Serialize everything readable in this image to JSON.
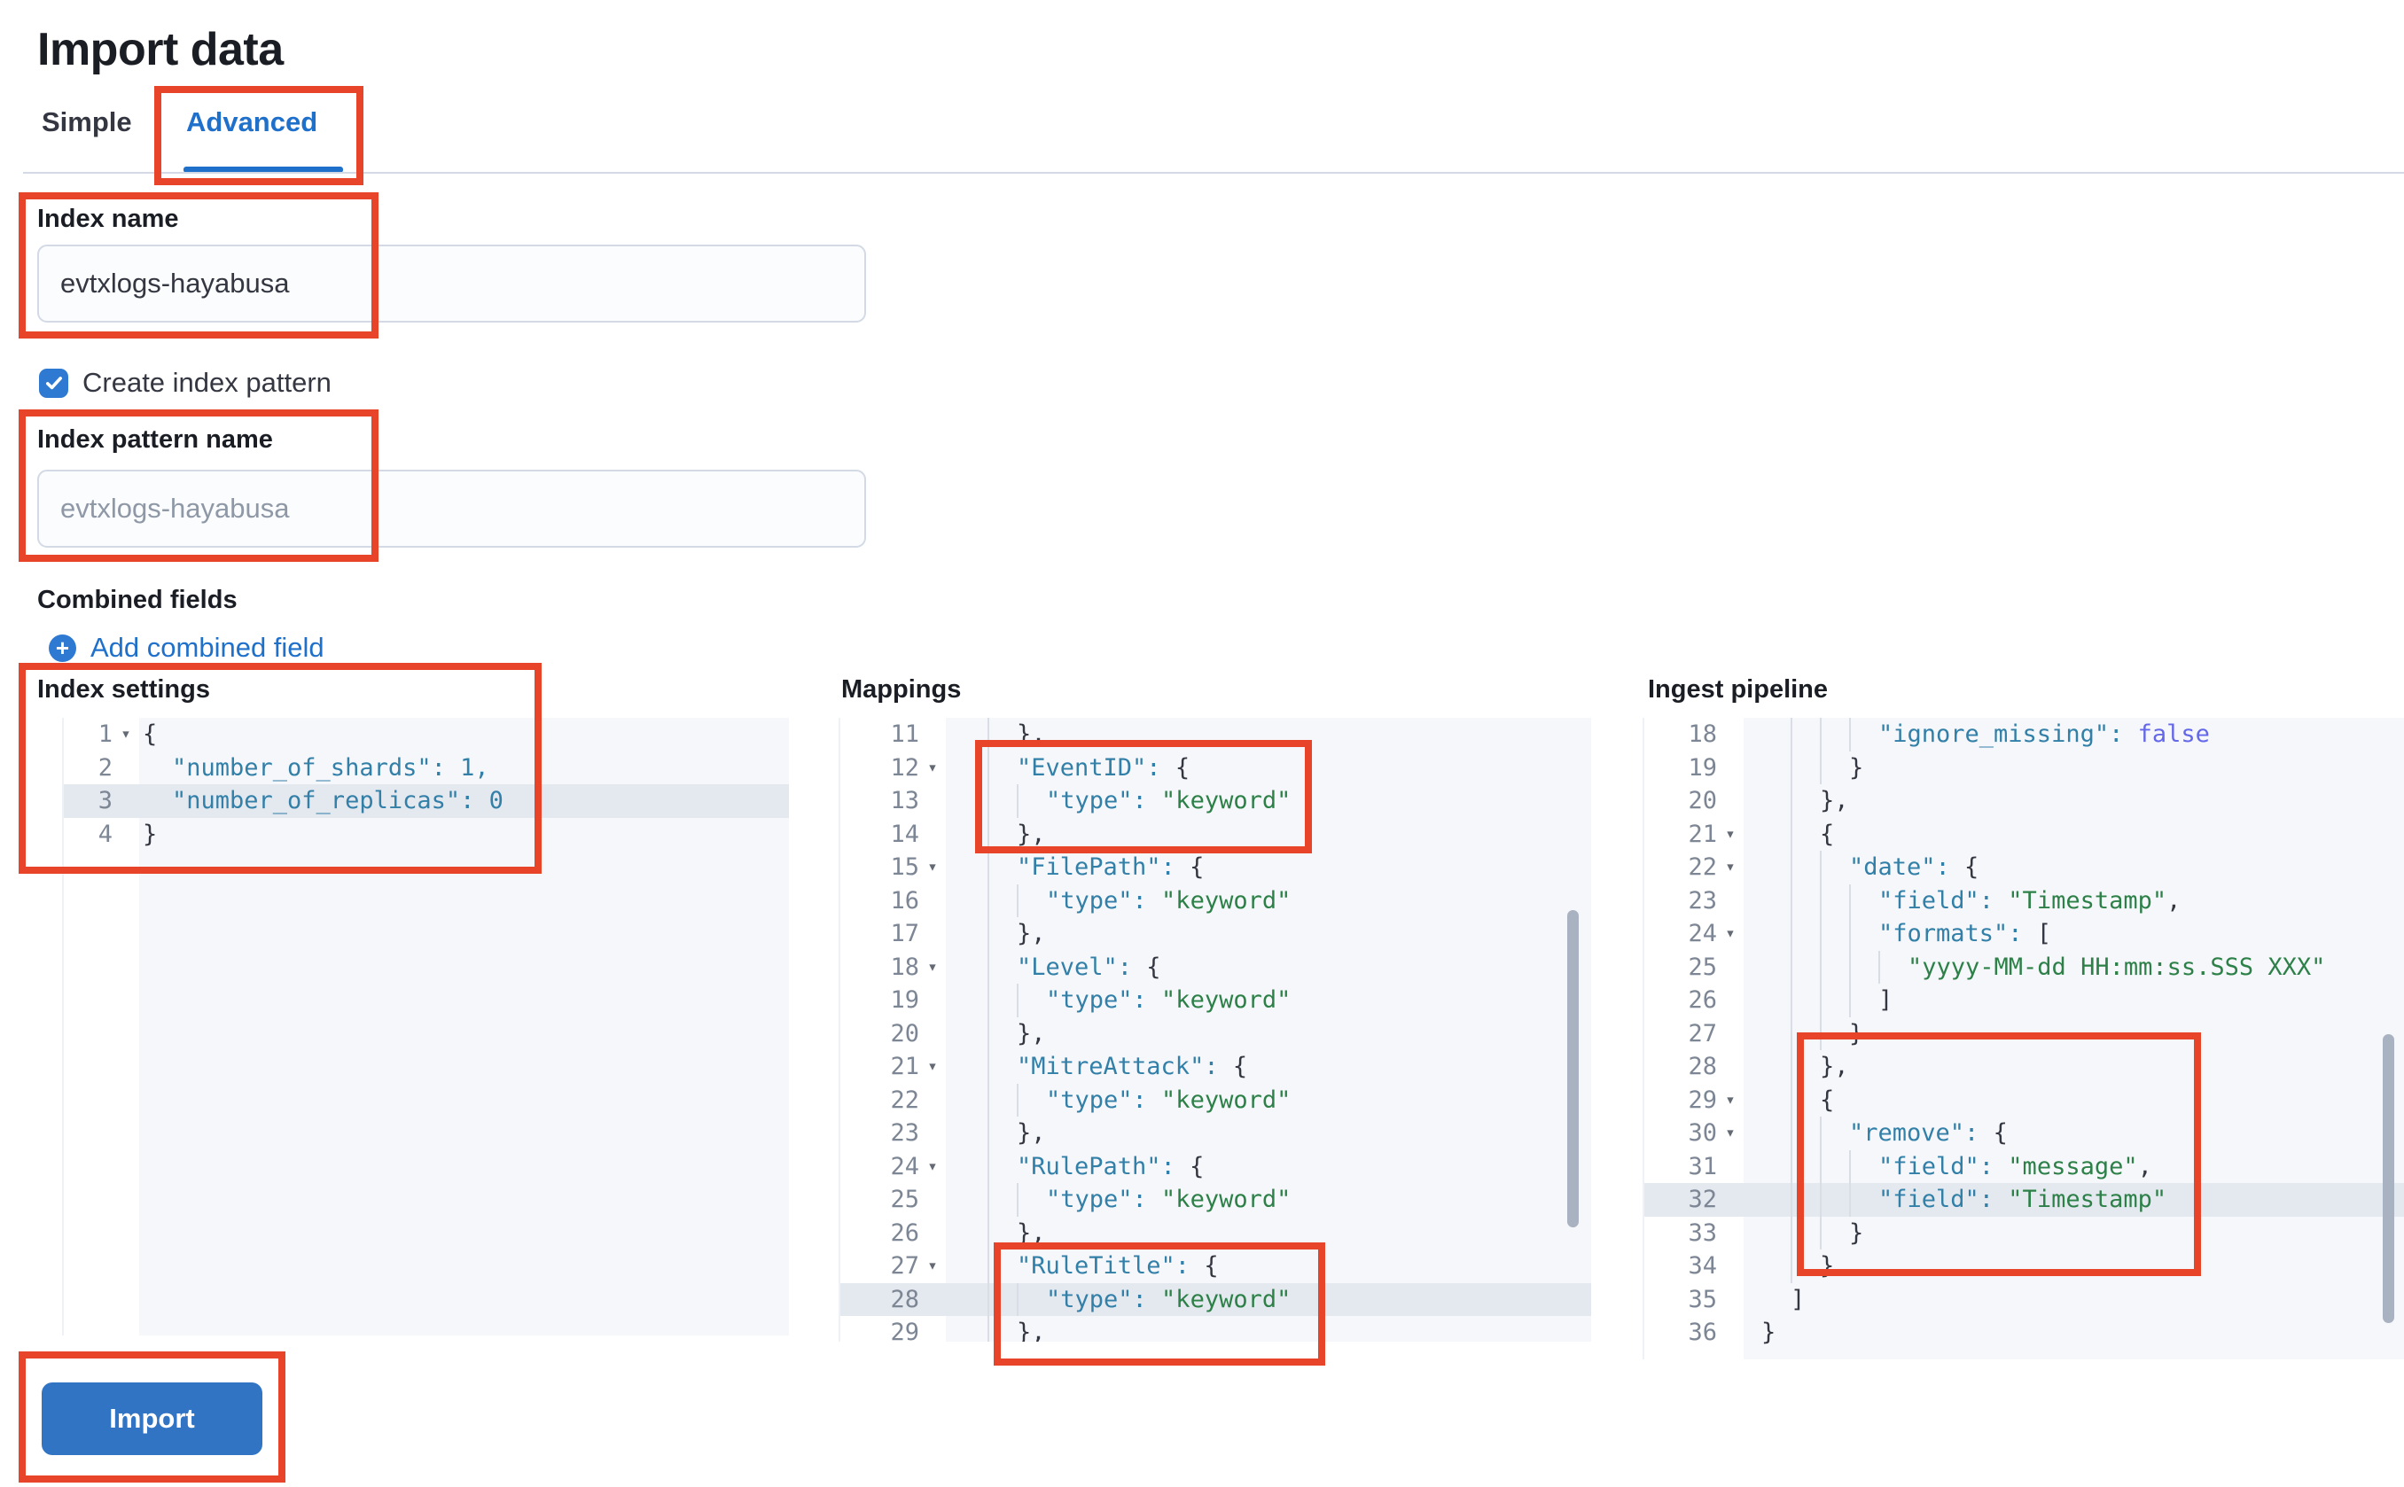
{
  "page": {
    "title": "Import data"
  },
  "tabs": [
    {
      "label": "Simple",
      "active": false
    },
    {
      "label": "Advanced",
      "active": true
    }
  ],
  "form": {
    "index_name": {
      "label": "Index name",
      "value": "evtxlogs-hayabusa"
    },
    "create_index_pattern": {
      "label": "Create index pattern",
      "checked": true
    },
    "index_pattern_name": {
      "label": "Index pattern name",
      "placeholder": "evtxlogs-hayabusa"
    },
    "combined_fields": {
      "label": "Combined fields",
      "add_link": "Add combined field"
    }
  },
  "editors": {
    "index_settings": {
      "label": "Index settings",
      "lines": [
        {
          "n": 1,
          "fold": true,
          "indent": 0,
          "tokens": [
            [
              "{",
              "p"
            ]
          ]
        },
        {
          "n": 2,
          "fold": false,
          "indent": 1,
          "tokens": [
            [
              "\"number_of_shards\": 1,",
              "k"
            ]
          ]
        },
        {
          "n": 3,
          "fold": false,
          "indent": 1,
          "highlight": true,
          "tokens": [
            [
              "\"number_of_replicas\": 0",
              "k"
            ]
          ]
        },
        {
          "n": 4,
          "fold": false,
          "indent": 0,
          "tokens": [
            [
              "}",
              "p"
            ]
          ]
        }
      ]
    },
    "mappings": {
      "label": "Mappings",
      "lines": [
        {
          "n": 11,
          "fold": false,
          "indent": 2,
          "tokens": [
            [
              "},",
              "p"
            ]
          ]
        },
        {
          "n": 12,
          "fold": true,
          "indent": 2,
          "tokens": [
            [
              "\"EventID\":",
              "k"
            ],
            [
              " {",
              "p"
            ]
          ]
        },
        {
          "n": 13,
          "fold": false,
          "indent": 3,
          "tokens": [
            [
              "\"type\":",
              "k"
            ],
            [
              " \"keyword\"",
              "s"
            ]
          ]
        },
        {
          "n": 14,
          "fold": false,
          "indent": 2,
          "tokens": [
            [
              "},",
              "p"
            ]
          ]
        },
        {
          "n": 15,
          "fold": true,
          "indent": 2,
          "tokens": [
            [
              "\"FilePath\":",
              "k"
            ],
            [
              " {",
              "p"
            ]
          ]
        },
        {
          "n": 16,
          "fold": false,
          "indent": 3,
          "tokens": [
            [
              "\"type\":",
              "k"
            ],
            [
              " \"keyword\"",
              "s"
            ]
          ]
        },
        {
          "n": 17,
          "fold": false,
          "indent": 2,
          "tokens": [
            [
              "},",
              "p"
            ]
          ]
        },
        {
          "n": 18,
          "fold": true,
          "indent": 2,
          "tokens": [
            [
              "\"Level\":",
              "k"
            ],
            [
              " {",
              "p"
            ]
          ]
        },
        {
          "n": 19,
          "fold": false,
          "indent": 3,
          "tokens": [
            [
              "\"type\":",
              "k"
            ],
            [
              " \"keyword\"",
              "s"
            ]
          ]
        },
        {
          "n": 20,
          "fold": false,
          "indent": 2,
          "tokens": [
            [
              "},",
              "p"
            ]
          ]
        },
        {
          "n": 21,
          "fold": true,
          "indent": 2,
          "tokens": [
            [
              "\"MitreAttack\":",
              "k"
            ],
            [
              " {",
              "p"
            ]
          ]
        },
        {
          "n": 22,
          "fold": false,
          "indent": 3,
          "tokens": [
            [
              "\"type\":",
              "k"
            ],
            [
              " \"keyword\"",
              "s"
            ]
          ]
        },
        {
          "n": 23,
          "fold": false,
          "indent": 2,
          "tokens": [
            [
              "},",
              "p"
            ]
          ]
        },
        {
          "n": 24,
          "fold": true,
          "indent": 2,
          "tokens": [
            [
              "\"RulePath\":",
              "k"
            ],
            [
              " {",
              "p"
            ]
          ]
        },
        {
          "n": 25,
          "fold": false,
          "indent": 3,
          "tokens": [
            [
              "\"type\":",
              "k"
            ],
            [
              " \"keyword\"",
              "s"
            ]
          ]
        },
        {
          "n": 26,
          "fold": false,
          "indent": 2,
          "tokens": [
            [
              "},",
              "p"
            ]
          ]
        },
        {
          "n": 27,
          "fold": true,
          "indent": 2,
          "tokens": [
            [
              "\"RuleTitle\":",
              "k"
            ],
            [
              " {",
              "p"
            ]
          ]
        },
        {
          "n": 28,
          "fold": false,
          "indent": 3,
          "highlight": true,
          "tokens": [
            [
              "\"type\":",
              "k"
            ],
            [
              " \"keyword\"",
              "s"
            ]
          ]
        },
        {
          "n": 29,
          "fold": false,
          "indent": 2,
          "tokens": [
            [
              "},",
              "p"
            ]
          ]
        }
      ]
    },
    "ingest_pipeline": {
      "label": "Ingest pipeline",
      "lines": [
        {
          "n": 18,
          "fold": false,
          "indent": 4,
          "tokens": [
            [
              "\"ignore_missing\":",
              "k"
            ],
            [
              " ",
              "p"
            ],
            [
              "false",
              "b"
            ]
          ]
        },
        {
          "n": 19,
          "fold": false,
          "indent": 3,
          "tokens": [
            [
              "}",
              "p"
            ]
          ]
        },
        {
          "n": 20,
          "fold": false,
          "indent": 2,
          "tokens": [
            [
              "},",
              "p"
            ]
          ]
        },
        {
          "n": 21,
          "fold": true,
          "indent": 2,
          "tokens": [
            [
              "{",
              "p"
            ]
          ]
        },
        {
          "n": 22,
          "fold": true,
          "indent": 3,
          "tokens": [
            [
              "\"date\":",
              "k"
            ],
            [
              " {",
              "p"
            ]
          ]
        },
        {
          "n": 23,
          "fold": false,
          "indent": 4,
          "tokens": [
            [
              "\"field\":",
              "k"
            ],
            [
              " \"Timestamp\"",
              "s"
            ],
            [
              ",",
              "p"
            ]
          ]
        },
        {
          "n": 24,
          "fold": true,
          "indent": 4,
          "tokens": [
            [
              "\"formats\":",
              "k"
            ],
            [
              " [",
              "p"
            ]
          ]
        },
        {
          "n": 25,
          "fold": false,
          "indent": 5,
          "tokens": [
            [
              "\"yyyy-MM-dd HH:mm:ss.SSS XXX\"",
              "s"
            ]
          ]
        },
        {
          "n": 26,
          "fold": false,
          "indent": 4,
          "tokens": [
            [
              "]",
              "p"
            ]
          ]
        },
        {
          "n": 27,
          "fold": false,
          "indent": 3,
          "tokens": [
            [
              "}",
              "p"
            ]
          ]
        },
        {
          "n": 28,
          "fold": false,
          "indent": 2,
          "tokens": [
            [
              "},",
              "p"
            ]
          ]
        },
        {
          "n": 29,
          "fold": true,
          "indent": 2,
          "tokens": [
            [
              "{",
              "p"
            ]
          ]
        },
        {
          "n": 30,
          "fold": true,
          "indent": 3,
          "tokens": [
            [
              "\"remove\":",
              "k"
            ],
            [
              " {",
              "p"
            ]
          ]
        },
        {
          "n": 31,
          "fold": false,
          "indent": 4,
          "tokens": [
            [
              "\"field\":",
              "k"
            ],
            [
              " \"message\"",
              "s"
            ],
            [
              ",",
              "p"
            ]
          ]
        },
        {
          "n": 32,
          "fold": false,
          "indent": 4,
          "highlight": true,
          "tokens": [
            [
              "\"field\":",
              "k"
            ],
            [
              " \"Timestamp\"",
              "s"
            ]
          ]
        },
        {
          "n": 33,
          "fold": false,
          "indent": 3,
          "tokens": [
            [
              "}",
              "p"
            ]
          ]
        },
        {
          "n": 34,
          "fold": false,
          "indent": 2,
          "tokens": [
            [
              "}",
              "p"
            ]
          ]
        },
        {
          "n": 35,
          "fold": false,
          "indent": 1,
          "tokens": [
            [
              "]",
              "p"
            ]
          ]
        },
        {
          "n": 36,
          "fold": false,
          "indent": 0,
          "tokens": [
            [
              "}",
              "p"
            ]
          ]
        }
      ]
    }
  },
  "import_button": {
    "label": "Import"
  },
  "icons": {
    "checkbox_check": "check-icon",
    "add_combined_plus": "plus-in-circle-icon",
    "fold": "chevron-down-icon"
  },
  "colors": {
    "red": "#e8442a",
    "accent": "#1f70cb",
    "control": "#2e79d2",
    "button": "#3174c3",
    "text": "#343741",
    "heading": "#1a1d23",
    "placeholder": "#8e98a6",
    "divider": "#d3dae6",
    "editor_bg": "#f5f7fa",
    "editor_highlight": "#e4e8ef",
    "guide": "#d9dee6",
    "gutter_num": "#7d8694",
    "scrollbar": "#a9b2c0",
    "code_key": "#327fa8",
    "code_string": "#2d8048",
    "code_bool": "#6468e8",
    "code_plain": "#343741",
    "input_border": "#d3dae6",
    "input_bg": "#fbfcfd"
  }
}
